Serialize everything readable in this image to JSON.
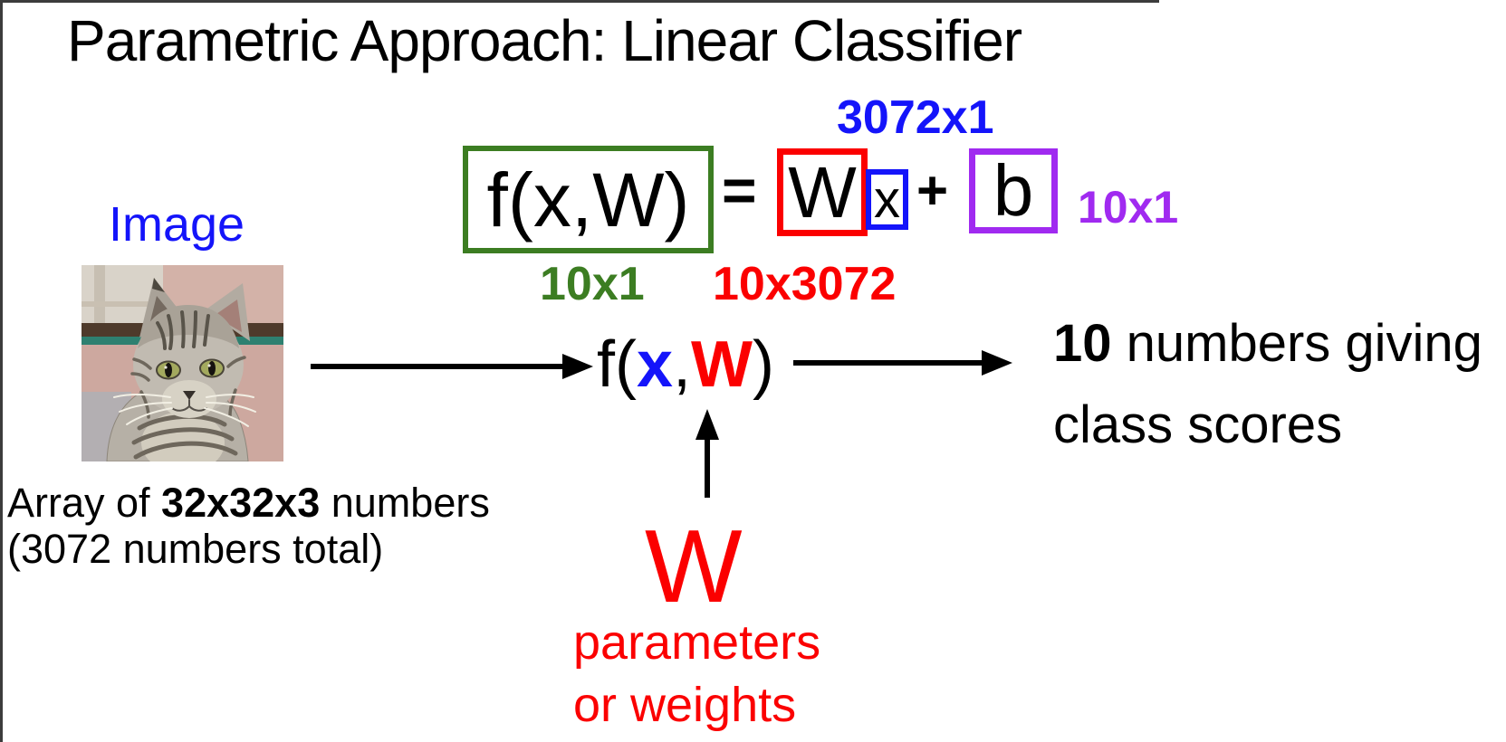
{
  "slide": {
    "title": "Parametric Approach: Linear Classifier"
  },
  "equation": {
    "f_term": "f(x,W)",
    "equals": "=",
    "w_term": "W",
    "x_term": "x",
    "plus": "+",
    "b_term": "b",
    "dims": {
      "x": "3072x1",
      "b": "10x1",
      "f": "10x1",
      "w": "10x3072"
    }
  },
  "input": {
    "label": "Image",
    "photo_subject": "gray tabby cat",
    "caption": {
      "prefix": "Array of ",
      "bold": "32x32x3",
      "suffix": " numbers",
      "line2": "(3072 numbers total)"
    }
  },
  "function": {
    "open": "f(",
    "x": "x",
    "comma": ",",
    "w": "W",
    "close": ")"
  },
  "output": {
    "bold": "10",
    "line1_rest": " numbers giving",
    "line2": "class scores"
  },
  "weights": {
    "symbol": "W",
    "caption_line1": "parameters",
    "caption_line2": "or weights"
  },
  "colors": {
    "blue": "#1414fa",
    "green": "#3c7d22",
    "red": "#fb0000",
    "purple": "#a02af0",
    "black": "#000000"
  }
}
